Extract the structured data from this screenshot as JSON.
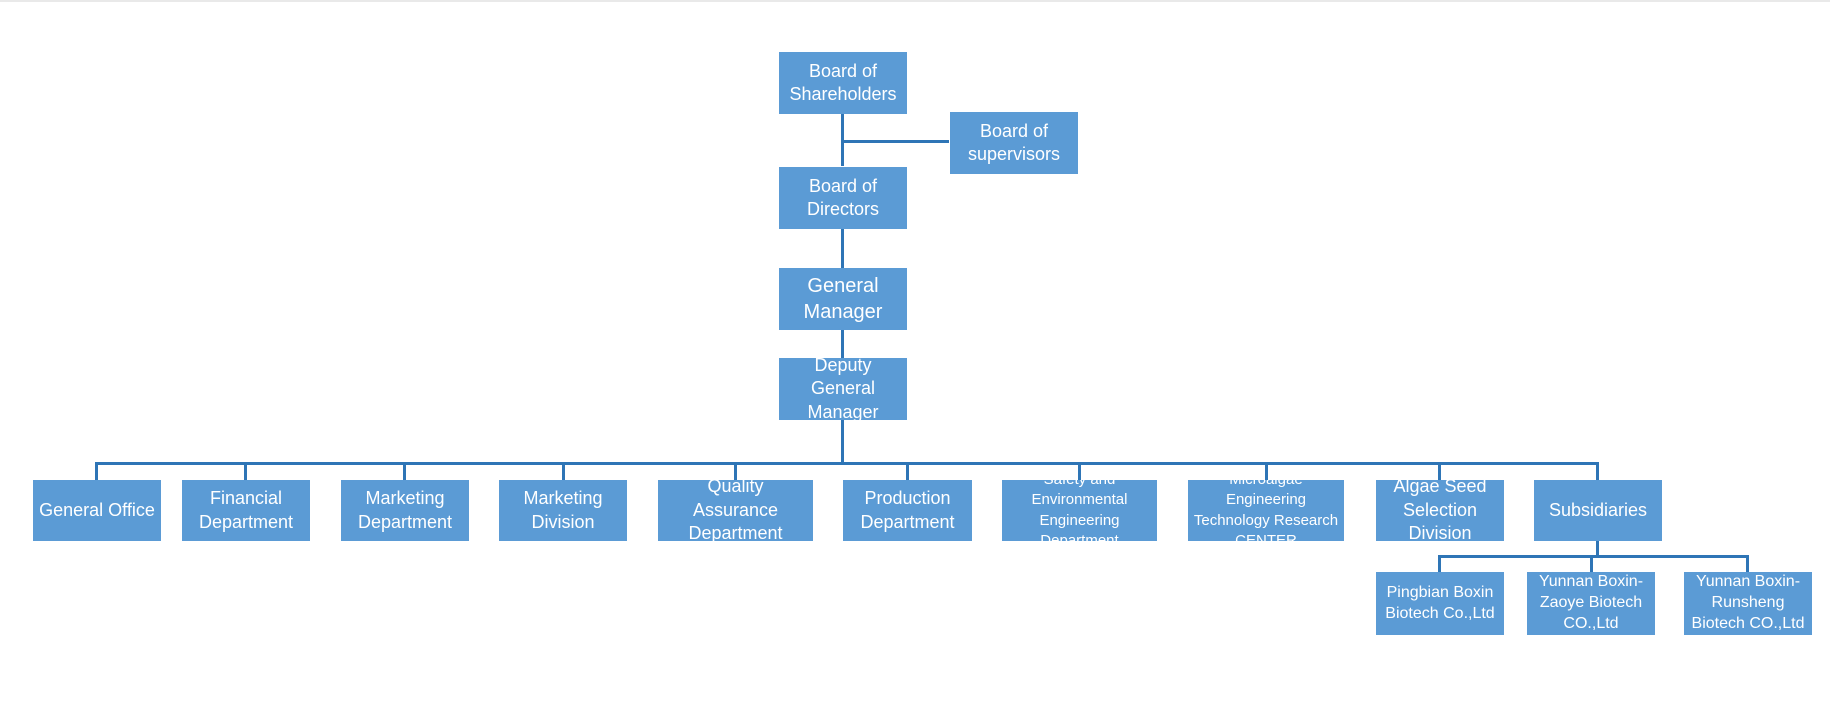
{
  "chart_data": {
    "type": "org-chart",
    "nodes": [
      {
        "id": "shareholders",
        "label": "Board of Shareholders"
      },
      {
        "id": "supervisors",
        "label": "Board of supervisors"
      },
      {
        "id": "directors",
        "label": "Board of Directors"
      },
      {
        "id": "general_manager",
        "label": "General Manager"
      },
      {
        "id": "deputy_gm",
        "label": "Deputy General Manager"
      },
      {
        "id": "general_office",
        "label": "General Office"
      },
      {
        "id": "financial",
        "label": "Financial Department"
      },
      {
        "id": "marketing_dept",
        "label": "Marketing Department"
      },
      {
        "id": "marketing_div",
        "label": "Marketing Division"
      },
      {
        "id": "qa",
        "label": "Quality Assurance Department"
      },
      {
        "id": "production",
        "label": "Production Department"
      },
      {
        "id": "safety",
        "label": "Safety and Environmental Engineering Department"
      },
      {
        "id": "microalgae",
        "label": "Microalgae Engineering Technology Research CENTER"
      },
      {
        "id": "algae_seed",
        "label": "Algae Seed Selection Division"
      },
      {
        "id": "subsidiaries",
        "label": "Subsidiaries"
      },
      {
        "id": "pingbian",
        "label": "Pingbian Boxin Biotech Co.,Ltd"
      },
      {
        "id": "zaoye",
        "label": "Yunnan Boxin-Zaoye Biotech CO.,Ltd"
      },
      {
        "id": "runsheng",
        "label": "Yunnan Boxin-Runsheng Biotech CO.,Ltd"
      }
    ],
    "edges": [
      [
        "shareholders",
        "directors"
      ],
      [
        "shareholders",
        "supervisors"
      ],
      [
        "directors",
        "general_manager"
      ],
      [
        "general_manager",
        "deputy_gm"
      ],
      [
        "deputy_gm",
        "general_office"
      ],
      [
        "deputy_gm",
        "financial"
      ],
      [
        "deputy_gm",
        "marketing_dept"
      ],
      [
        "deputy_gm",
        "marketing_div"
      ],
      [
        "deputy_gm",
        "qa"
      ],
      [
        "deputy_gm",
        "production"
      ],
      [
        "deputy_gm",
        "safety"
      ],
      [
        "deputy_gm",
        "microalgae"
      ],
      [
        "deputy_gm",
        "algae_seed"
      ],
      [
        "deputy_gm",
        "subsidiaries"
      ],
      [
        "subsidiaries",
        "pingbian"
      ],
      [
        "subsidiaries",
        "zaoye"
      ],
      [
        "subsidiaries",
        "runsheng"
      ]
    ]
  },
  "colors": {
    "box": "#5b9bd5",
    "connector": "#2e75b6",
    "text": "#ffffff"
  },
  "labels": {
    "shareholders": [
      "Board of",
      "Shareholders"
    ],
    "supervisors": [
      "Board of",
      "supervisors"
    ],
    "directors": [
      "Board of",
      "Directors"
    ],
    "general_manager": [
      "General",
      "Manager"
    ],
    "deputy_gm": [
      "Deputy",
      "General",
      "Manager"
    ],
    "general_office": [
      "General Office"
    ],
    "financial": [
      "Financial",
      "Department"
    ],
    "marketing_dept": [
      "Marketing",
      "Department"
    ],
    "marketing_div": [
      "Marketing",
      "Division"
    ],
    "qa": [
      "Quality",
      "Assurance",
      "Department"
    ],
    "production": [
      "Production",
      "Department"
    ],
    "safety": [
      "Safety and",
      "Environmental",
      "Engineering",
      "Department"
    ],
    "microalgae": [
      "Microalgae",
      "Engineering",
      "Technology Research",
      "CENTER"
    ],
    "algae_seed": [
      "Algae Seed",
      "Selection",
      "Division"
    ],
    "subsidiaries": [
      "Subsidiaries"
    ],
    "pingbian": [
      "Pingbian Boxin",
      "Biotech Co.,Ltd"
    ],
    "zaoye": [
      "Yunnan Boxin-",
      "Zaoye Biotech",
      "CO.,Ltd"
    ],
    "runsheng": [
      "Yunnan Boxin-",
      "Runsheng",
      "Biotech CO.,Ltd"
    ]
  }
}
